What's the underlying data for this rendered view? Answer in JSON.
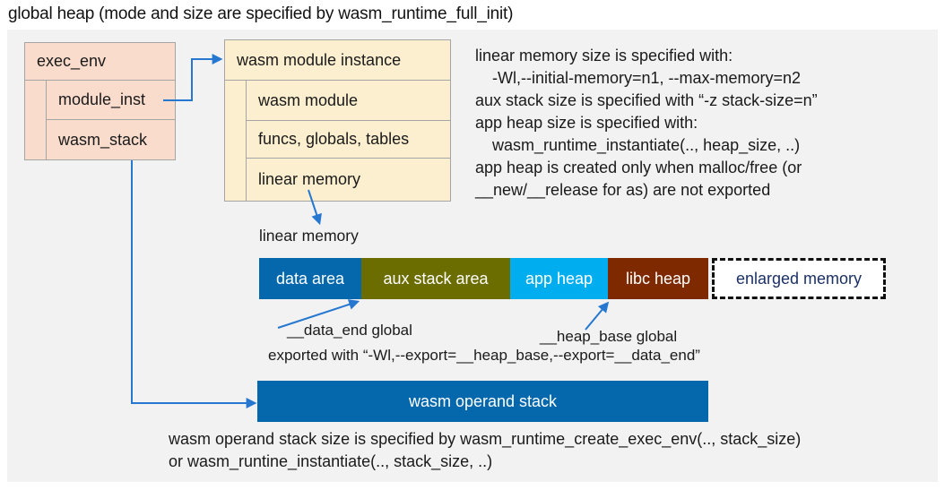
{
  "title": "global heap (mode and size are specified by wasm_runtime_full_init)",
  "exec_env": {
    "title": "exec_env",
    "rows": [
      "module_inst",
      "wasm_stack"
    ]
  },
  "module_instance": {
    "title": "wasm module instance",
    "rows": [
      "wasm module",
      "funcs, globals, tables",
      "linear memory"
    ]
  },
  "notes_right": {
    "lines": [
      "linear memory size is specified with:",
      "-Wl,--initial-memory=n1, --max-memory=n2",
      "aux stack size is specified with “-z stack-size=n”",
      "app heap size is specified with:",
      "wasm_runtime_instantiate(.., heap_size, ..)",
      "app heap is created only when malloc/free (or",
      "__new/__release for as) are not exported"
    ]
  },
  "linear_memory_label": "linear memory",
  "memory_bar": {
    "segments": [
      {
        "label": "data area",
        "color": "#0568ac",
        "text_color": "#ffffff"
      },
      {
        "label": "aux stack area",
        "color": "#6c6d00",
        "text_color": "#ffffff"
      },
      {
        "label": "app heap",
        "color": "#00aeef",
        "text_color": "#ffffff"
      },
      {
        "label": "libc heap",
        "color": "#7e2900",
        "text_color": "#ffffff"
      },
      {
        "label": "enlarged memory",
        "color": "#ffffff",
        "text_color": "#1b3064"
      }
    ]
  },
  "annotations": {
    "data_end": "__data_end global",
    "heap_base": "__heap_base global",
    "exported": "exported with “-Wl,--export=__heap_base,--export=__data_end”"
  },
  "operand_stack": {
    "label": "wasm operand stack",
    "color": "#0568ac"
  },
  "notes_bottom": {
    "lines": [
      "wasm operand stack size is specified by wasm_runtime_create_exec_env(.., stack_size)",
      "or wasm_runtine_instantiate(.., stack_size, ..)"
    ]
  },
  "colors": {
    "connector_blue": "#2677d0",
    "panel_gray": "#f2f2f2",
    "struct_salmon": "#fadccd",
    "struct_cream": "#fcefd0"
  }
}
